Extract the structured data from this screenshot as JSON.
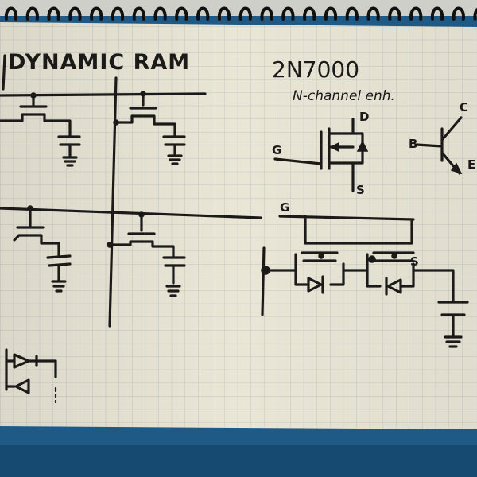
{
  "notebook": {
    "title": "DYNAMIC RAM",
    "part_number": "2N7000",
    "part_description": "N-channel enh.",
    "pin_labels": {
      "mosfet_gate": "G",
      "mosfet_drain": "D",
      "mosfet_source": "S",
      "bjt_collector": "C",
      "bjt_base": "B",
      "bjt_emitter": "E",
      "switch_gate": "G",
      "switch_source": "S"
    }
  },
  "colors": {
    "paper": "#e9e6d6",
    "grid": "#c3c6c2",
    "ink": "#1b1a19",
    "spiral": "#101010",
    "background": "#1f5a86"
  }
}
